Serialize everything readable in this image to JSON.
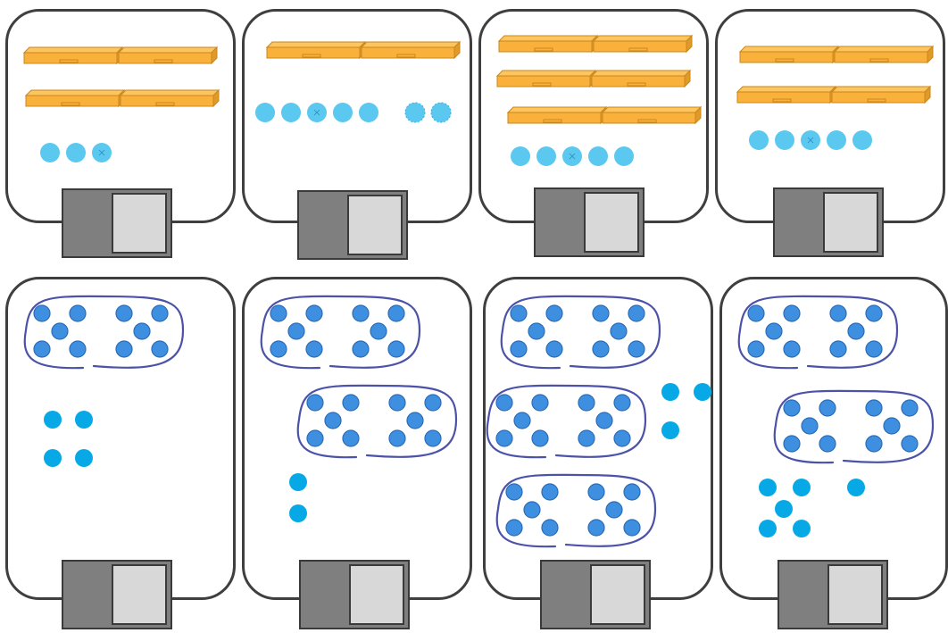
{
  "colors": {
    "card_border": "#3f3f3f",
    "rod_fill": "#f9b13c",
    "rod_edge": "#c9871a",
    "unit_dot": "#5bc8f0",
    "unit_dot_edge": "#3aaee0",
    "group_loop": "#4b52a8",
    "group_dot": "#3f8fe0",
    "group_dot_edge": "#2a6cb8",
    "loose_dot": "#06a9e6",
    "answer_box": "#7f7f7f",
    "answer_slot": "#d8d8d8"
  },
  "top_row": [
    {
      "rods": 4,
      "units": 3,
      "crossed_units": 1
    },
    {
      "rods": 2,
      "units": 7,
      "crossed_units": 1
    },
    {
      "rods": 6,
      "units": 5,
      "crossed_units": 1
    },
    {
      "rods": 4,
      "units": 5,
      "crossed_units": 1
    }
  ],
  "bottom_row": [
    {
      "groups_of_ten": 1,
      "loose_dots": 4
    },
    {
      "groups_of_ten": 2,
      "loose_dots": 2
    },
    {
      "groups_of_ten": 3,
      "loose_dots": 3
    },
    {
      "groups_of_ten": 2,
      "loose_dots": 6
    }
  ],
  "answers": [
    "",
    "",
    "",
    "",
    "",
    "",
    "",
    ""
  ]
}
